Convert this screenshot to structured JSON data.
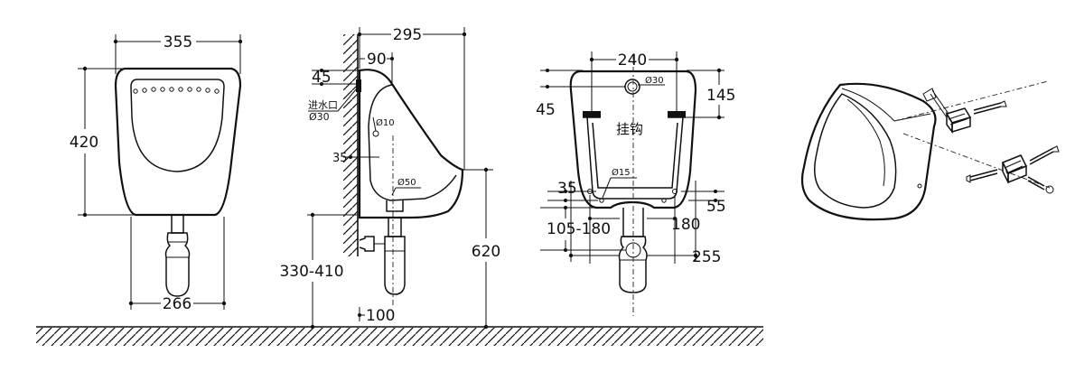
{
  "front_view": {
    "width": "355",
    "height": "420",
    "trap_width": "266"
  },
  "side_view": {
    "depth": "295",
    "offset_90": "90",
    "offset_45": "45",
    "inlet_label": "进水口",
    "inlet_dia": "Ø30",
    "hole_dia_10": "Ø10",
    "v35": "35",
    "outlet_dia": "Ø50",
    "install_height": "330-410",
    "total_height": "620",
    "pipe_offset": "100"
  },
  "back_view": {
    "hanger_spacing": "240",
    "top_hole_dia": "Ø30",
    "v45": "45",
    "v145": "145",
    "hanger_label": "挂钩",
    "bottom_hole_dia": "Ø15",
    "v35": "35",
    "v55": "55",
    "v105_180": "105-180",
    "h180": "180",
    "h255": "255"
  }
}
